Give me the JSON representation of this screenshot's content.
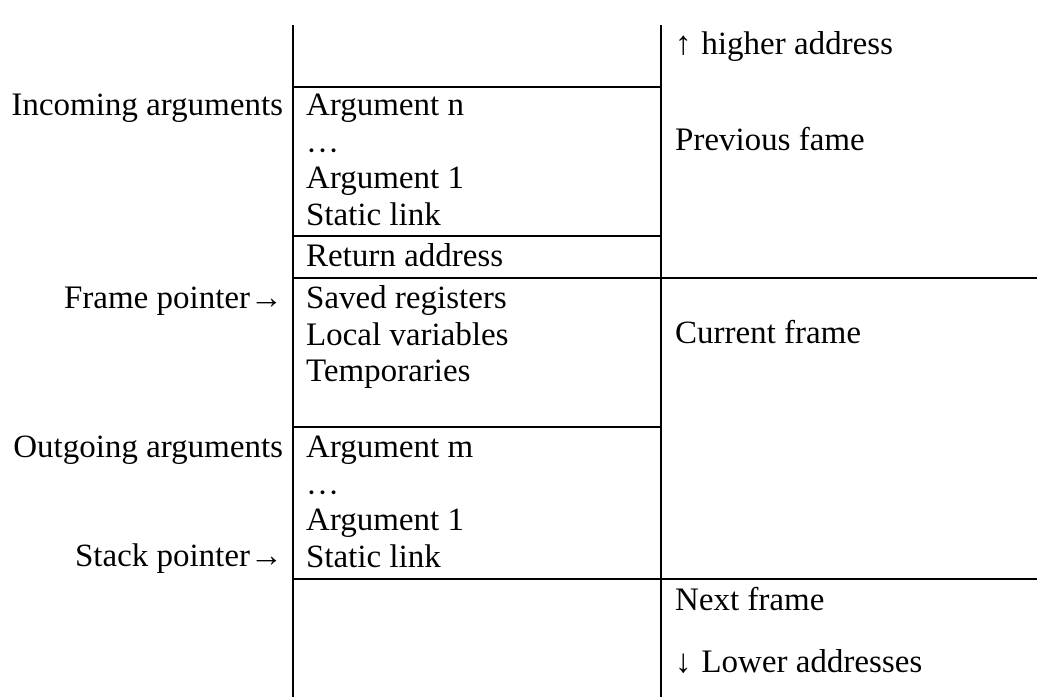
{
  "left_labels": {
    "incoming": "Incoming arguments",
    "frame_pointer": "Frame pointer",
    "outgoing": "Outgoing arguments",
    "stack_pointer": "Stack pointer",
    "pointer_arrow": "→"
  },
  "stack": {
    "incoming_box": {
      "rows": [
        "Argument n",
        "…",
        "Argument 1",
        "Static link"
      ]
    },
    "return_box": {
      "rows": [
        "Return address"
      ]
    },
    "frame_box": {
      "rows": [
        "Saved registers",
        "Local variables",
        "Temporaries"
      ]
    },
    "outgoing_box": {
      "rows": [
        "Argument m",
        "…",
        "Argument 1",
        "Static link"
      ]
    }
  },
  "right_labels": {
    "higher_arrow": "↑",
    "higher_text": "higher address",
    "previous": "Previous fame",
    "current": "Current frame",
    "next": "Next frame",
    "lower_arrow": "↓",
    "lower_text": "Lower addresses"
  },
  "colors": {
    "line": "#000000",
    "text": "#000000",
    "background": "#ffffff"
  }
}
